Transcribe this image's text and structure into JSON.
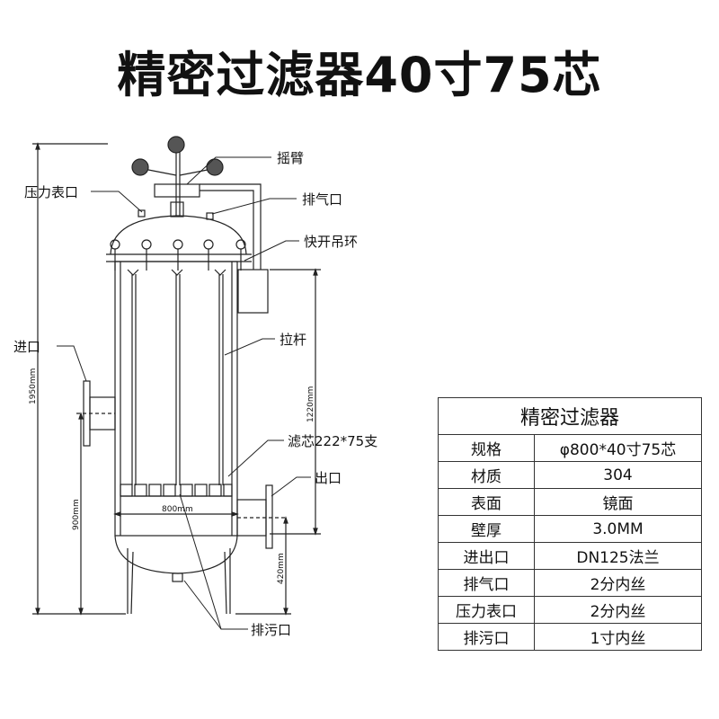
{
  "title": "精密过滤器40寸75芯",
  "labels": {
    "rocker_arm": "摇臂",
    "pressure_gauge": "压力表口",
    "air_vent": "排气口",
    "quick_ring": "快开吊环",
    "inlet": "进口",
    "tie_rod": "拉杆",
    "cartridge": "滤芯222*75支",
    "outlet": "出口",
    "drain": "排污口"
  },
  "dimensions": {
    "total_height": "1950mm",
    "cartridge_length": "1220mm",
    "inlet_height": "900mm",
    "outlet_height": "420mm",
    "diameter": "800mm"
  },
  "spec_table": {
    "header": "精密过滤器",
    "rows": [
      {
        "key": "规格",
        "value": "φ800*40寸75芯"
      },
      {
        "key": "材质",
        "value": "304"
      },
      {
        "key": "表面",
        "value": "镜面"
      },
      {
        "key": "壁厚",
        "value": "3.0MM"
      },
      {
        "key": "进出口",
        "value": "DN125法兰"
      },
      {
        "key": "排气口",
        "value": "2分内丝"
      },
      {
        "key": "压力表口",
        "value": "2分内丝"
      },
      {
        "key": "排污口",
        "value": "1寸内丝"
      }
    ]
  }
}
